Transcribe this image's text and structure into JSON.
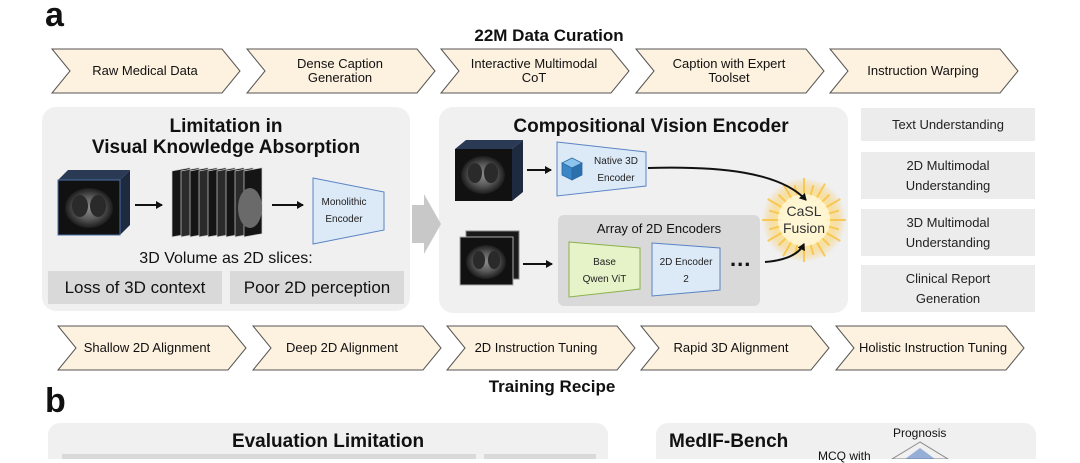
{
  "panel_a": {
    "letter": "a",
    "curation_title": "22M Data Curation",
    "curation_steps": [
      "Raw Medical Data",
      "Dense Caption Generation",
      "Interactive Multimodal CoT",
      "Caption with Expert Toolset",
      "Instruction Warping"
    ],
    "limitation": {
      "title_line1": "Limitation in",
      "title_line2": "Visual Knowledge Absorption",
      "encoder_line1": "Monolithic",
      "encoder_line2": "Encoder",
      "subtitle": "3D Volume as 2D slices:",
      "issues": [
        "Loss of 3D context",
        "Poor 2D perception"
      ]
    },
    "compositional": {
      "title": "Compositional Vision Encoder",
      "native_line1": "Native 3D",
      "native_line2": "Encoder",
      "array_title": "Array of 2D Encoders",
      "base_line1": "Base",
      "base_line2": "Qwen ViT",
      "enc2_line1": "2D Encoder",
      "enc2_line2": "2",
      "ellipsis": "...",
      "fusion_line1": "CaSL",
      "fusion_line2": "Fusion"
    },
    "capabilities": [
      [
        "Text Understanding"
      ],
      [
        "2D Multimodal",
        "Understanding"
      ],
      [
        "3D Multimodal",
        "Understanding"
      ],
      [
        "Clinical Report",
        "Generation"
      ]
    ],
    "training_steps": [
      "Shallow 2D Alignment",
      "Deep 2D Alignment",
      "2D Instruction Tuning",
      "Rapid 3D Alignment",
      "Holistic Instruction Tuning"
    ],
    "training_title": "Training Recipe"
  },
  "panel_b": {
    "letter": "b",
    "evaluation_title": "Evaluation Limitation",
    "bench_title": "MedIF-Bench",
    "radar_label_top": "Prognosis",
    "radar_label_left": "MCQ with"
  },
  "colors": {
    "chevron_fill": "#fdf1df",
    "chevron_stroke": "#555555",
    "panel_bg": "#f0f0f0",
    "issue_bg": "#d9d9d9",
    "encoder_fill": "#dce9f7",
    "encoder_stroke": "#5b84c4",
    "fusion_glow": "#f9c23c",
    "cube_blue": "#3b86c6"
  },
  "icons": [
    "ct-volume-icon",
    "ct-slice-stack-icon",
    "arrow-icon",
    "cube-icon",
    "fusion-burst-icon"
  ]
}
